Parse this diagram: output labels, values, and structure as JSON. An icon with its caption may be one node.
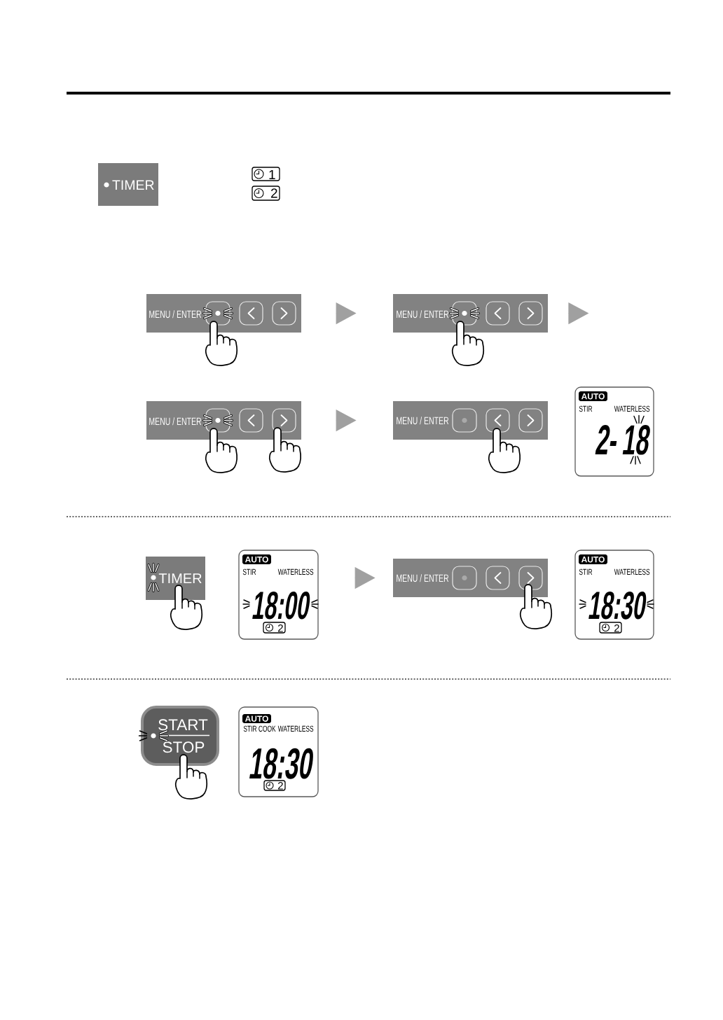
{
  "diagram": {
    "nodes": [
      {
        "text": [
          "TIMER"
        ]
      },
      {
        "text": [
          "1"
        ]
      },
      {
        "text": [
          "2"
        ]
      },
      {
        "text": [
          "MENU / ENTER"
        ]
      },
      {
        "text": [
          "MENU / ENTER"
        ]
      },
      {
        "text": [
          "MENU / ENTER"
        ]
      },
      {
        "text": [
          "MENU / ENTER"
        ]
      },
      {
        "text": [
          "STIR",
          "WATERLESS",
          "2-",
          "18"
        ]
      },
      {
        "text": [
          "AUTO"
        ],
        "in": 7
      },
      {
        "text": [
          "TIMER"
        ]
      },
      {
        "text": [
          "STIR",
          "WATERLESS",
          "18:00"
        ]
      },
      {
        "text": [
          "AUTO"
        ],
        "in": 10
      },
      {
        "text": [
          "2"
        ],
        "in": 10
      },
      {
        "text": [
          "MENU / ENTER"
        ]
      },
      {
        "text": [
          "STIR",
          "WATERLESS",
          "18:30"
        ]
      },
      {
        "text": [
          "AUTO"
        ],
        "in": 14
      },
      {
        "text": [
          "2"
        ],
        "in": 14
      },
      {
        "text": [
          "START",
          "STOP"
        ]
      },
      {
        "text": [
          "STIR",
          "COOK",
          "WATERLESS",
          "18:30"
        ]
      },
      {
        "text": [
          "AUTO"
        ],
        "in": 18
      },
      {
        "text": [
          "2"
        ],
        "in": 18
      }
    ],
    "edges": [
      {
        "from": 3,
        "to": 4,
        "arrow": "to"
      },
      {
        "from": 4,
        "to": null,
        "arrow": "to"
      },
      {
        "from": 5,
        "to": 6,
        "arrow": "to"
      },
      {
        "from": 10,
        "to": 13,
        "arrow": "to"
      }
    ]
  }
}
